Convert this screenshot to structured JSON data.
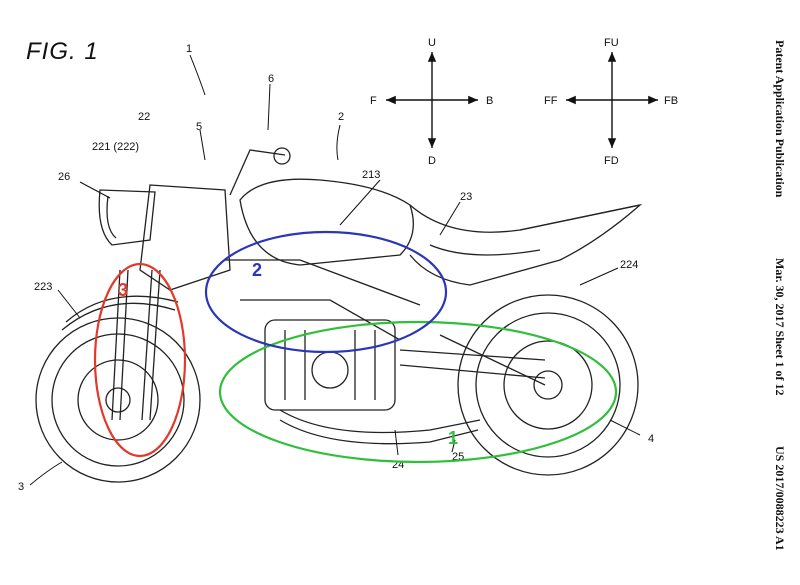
{
  "figure": {
    "title": "FIG. 1"
  },
  "side_text": {
    "publication": "Patent Application Publication",
    "date_sheet": "Mar. 30, 2017  Sheet 1 of 12",
    "number": "US 2017/0088223 A1"
  },
  "directions_left": {
    "up": "U",
    "down": "D",
    "front": "F",
    "back": "B"
  },
  "directions_right": {
    "up": "FU",
    "down": "FD",
    "front": "FF",
    "back": "FB"
  },
  "reference_numerals": {
    "r1": "1",
    "r2": "2",
    "r3": "3",
    "r4": "4",
    "r5": "5",
    "r6": "6",
    "r22": "22",
    "r221": "221 (222)",
    "r23": "23",
    "r24": "24",
    "r25": "25",
    "r26": "26",
    "r213": "213",
    "r223": "223",
    "r224": "224"
  },
  "regions": {
    "region1": {
      "label": "1",
      "color": "#2fbf3a"
    },
    "region2": {
      "label": "2",
      "color": "#2a36b8"
    },
    "region3": {
      "label": "3",
      "color": "#e03a2a"
    }
  }
}
